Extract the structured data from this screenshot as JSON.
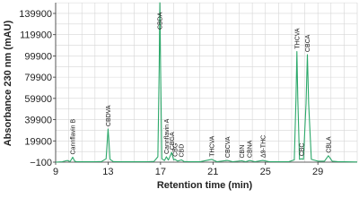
{
  "chart_data": {
    "type": "line",
    "title": "",
    "xlabel": "Retention time (min)",
    "ylabel": "Absorbance 230 nm (mAU)",
    "xlim": [
      9,
      32
    ],
    "ylim": [
      -100,
      150000
    ],
    "x_ticks": [
      9,
      13,
      17,
      21,
      25,
      29
    ],
    "y_ticks": [
      -100,
      19900,
      39900,
      59900,
      79900,
      99900,
      119900,
      139900
    ],
    "grid": "vertical and horizontal",
    "color": "#2ca86a",
    "peaks": [
      {
        "name": "Cannflavin B",
        "x": 10.3,
        "y": 4500
      },
      {
        "name": "CBDVA",
        "x": 13.0,
        "y": 31000
      },
      {
        "name": "CBDA",
        "x": 16.95,
        "y": 152000
      },
      {
        "name": "Cannflavin A",
        "x": 17.45,
        "y": 5000
      },
      {
        "name": "CBGA",
        "x": 17.85,
        "y": 9000
      },
      {
        "name": "CBG",
        "x": 18.1,
        "y": 2500
      },
      {
        "name": "CBD",
        "x": 18.6,
        "y": 2000
      },
      {
        "name": "THCVA",
        "x": 20.9,
        "y": 2500
      },
      {
        "name": "CBCVA",
        "x": 22.1,
        "y": 1500
      },
      {
        "name": "CBN",
        "x": 23.2,
        "y": 1200
      },
      {
        "name": "CBNA",
        "x": 23.8,
        "y": 1500
      },
      {
        "name": "Δ9-THC",
        "x": 24.8,
        "y": 1500
      },
      {
        "name": "THCVA",
        "x": 27.4,
        "y": 104000
      },
      {
        "name": "CBC",
        "x": 27.75,
        "y": 3000
      },
      {
        "name": "CBCA",
        "x": 28.2,
        "y": 101000
      },
      {
        "name": "CBLA",
        "x": 29.8,
        "y": 6000
      }
    ],
    "series": [
      {
        "x": [
          9,
          9.5,
          9.9,
          10.1,
          10.3,
          10.45,
          10.6,
          11,
          11.5,
          12,
          12.5,
          12.85,
          12.95,
          13.0,
          13.05,
          13.15,
          13.4,
          14,
          15,
          16,
          16.5,
          16.8,
          16.9,
          16.95,
          17.0,
          17.1,
          17.3,
          17.45,
          17.6,
          17.85,
          18.0,
          18.1,
          18.3,
          18.6,
          18.8,
          19.2,
          20,
          20.9,
          21.3,
          22.1,
          22.5,
          23.2,
          23.5,
          23.8,
          24.2,
          24.8,
          25.3,
          26,
          26.8,
          27.2,
          27.33,
          27.4,
          27.47,
          27.6,
          27.75,
          27.9,
          28.1,
          28.2,
          28.3,
          28.5,
          29,
          29.5,
          29.8,
          30.1,
          30.5,
          31,
          32
        ],
        "y": [
          -100,
          300,
          1500,
          400,
          4500,
          800,
          300,
          200,
          200,
          300,
          500,
          3000,
          22000,
          31000,
          22000,
          2500,
          400,
          200,
          200,
          300,
          600,
          5000,
          90000,
          152000,
          90000,
          3000,
          1500,
          5000,
          1800,
          9000,
          2000,
          2500,
          900,
          2000,
          500,
          300,
          200,
          2500,
          300,
          1500,
          300,
          1200,
          300,
          1500,
          300,
          1500,
          300,
          200,
          400,
          2000,
          60000,
          104000,
          60000,
          2500,
          3000,
          2500,
          55000,
          101000,
          55000,
          2500,
          800,
          800,
          6000,
          800,
          400,
          200,
          100
        ]
      }
    ]
  }
}
